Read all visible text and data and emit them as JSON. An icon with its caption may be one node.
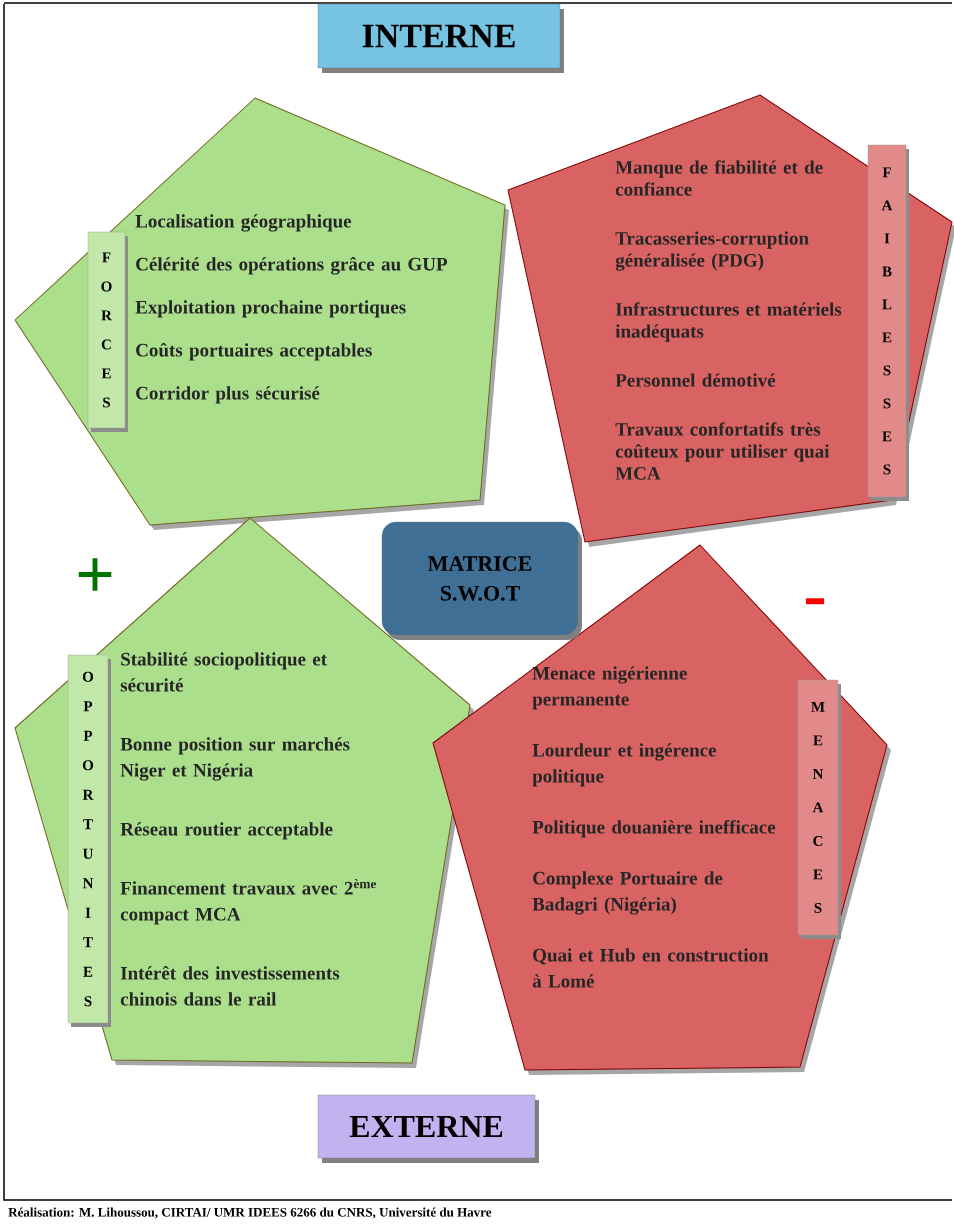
{
  "diagram": {
    "caption": "Réalisation: M. Lihoussou, CIRTAI/ UMR IDEES 6266 du CNRS, Université du Havre",
    "nodes": [
      {
        "text": [
          "INTERNE"
        ]
      },
      {
        "text": [
          "Localisation géographique",
          "Célérité des opérations grâce au GUP",
          "Exploitation prochaine portiques",
          "Coûts portuaires acceptables",
          "Corridor plus sécurisé"
        ]
      },
      {
        "text": [
          "FORCES"
        ],
        "in": 1
      },
      {
        "text": [
          "Manque de fiabilité et de confiance",
          "Tracasseries-corruption généralisée (PDG)",
          "Infrastructures et matériels inadéquats",
          "Personnel démotivé",
          "Travaux confortatifs très coûteux pour utiliser quai MCA"
        ]
      },
      {
        "text": [
          "FAIBLESSES"
        ],
        "in": 3
      },
      {
        "text": [
          "MATRICE S.W.O.T"
        ]
      },
      {
        "text": [
          "Stabilité sociopolitique et sécurité",
          "Bonne position sur marchés Niger et Nigéria",
          "Réseau routier acceptable",
          "Financement travaux avec 2$^{ème}$ compact MCA",
          "Intérêt des investissements chinois dans le rail"
        ]
      },
      {
        "text": [
          "OPPORTUNITES"
        ],
        "in": 6
      },
      {
        "text": [
          "Menace nigérienne permanente",
          "Lourdeur et ingérence politique",
          "Politique douanière inefficace",
          "Complexe Portuaire de Badagri (Nigéria)",
          "Quai et Hub en construction à Lomé"
        ]
      },
      {
        "text": [
          "MENACES"
        ],
        "in": 8
      },
      {
        "text": [
          "EXTERNE"
        ]
      }
    ],
    "labels": [
      "+",
      "-"
    ]
  }
}
